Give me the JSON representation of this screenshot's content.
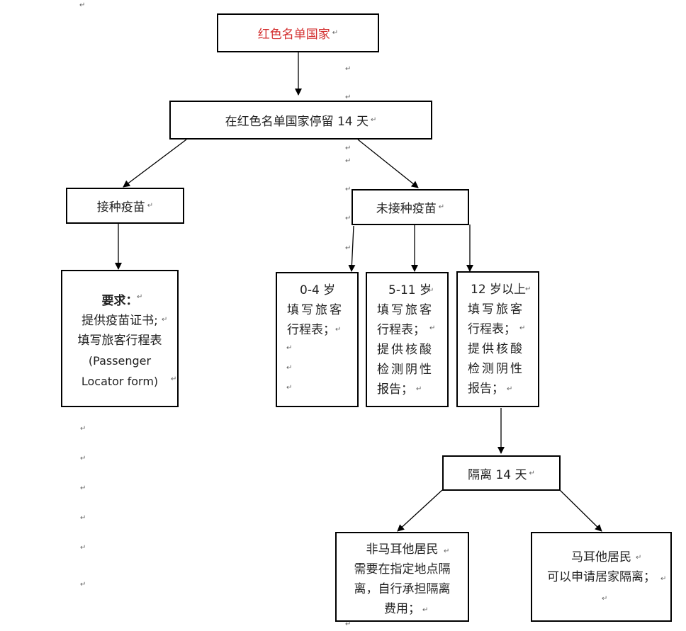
{
  "pilcrow": "↵",
  "nodes": {
    "root": {
      "text": "红色名单国家",
      "color": "#d32f2f"
    },
    "stay": {
      "text": "在红色名单国家停留 14 天"
    },
    "vaccinated": {
      "text": "接种疫苗"
    },
    "unvaccinated": {
      "text": "未接种疫苗"
    },
    "requirements": {
      "title": "要求：",
      "line1": "提供疫苗证书;",
      "line2": "填写旅客行程表",
      "line3": "(Passenger",
      "line4": "Locator form)"
    },
    "age_0_4": {
      "line1": "0-4 岁",
      "line2": "填写旅客",
      "line3": "行程表；"
    },
    "age_5_11": {
      "line1": "5-11 岁",
      "line2": "填写旅客",
      "line3": "行程表；",
      "line4": "提供核酸",
      "line5": "检测阴性",
      "line6": "报告；"
    },
    "age_12_up": {
      "line1": "12 岁以上",
      "line2": "填写旅客",
      "line3": "行程表；",
      "line4": "提供核酸",
      "line5": "检测阴性",
      "line6": "报告；"
    },
    "quarantine": {
      "text": "隔离 14 天"
    },
    "non_resident": {
      "line1": "非马耳他居民",
      "line2": "需要在指定地点隔",
      "line3": "离，自行承担隔离",
      "line4": "费用；"
    },
    "resident": {
      "line1": "马耳他居民",
      "line2": "可以申请居家隔离；"
    }
  }
}
